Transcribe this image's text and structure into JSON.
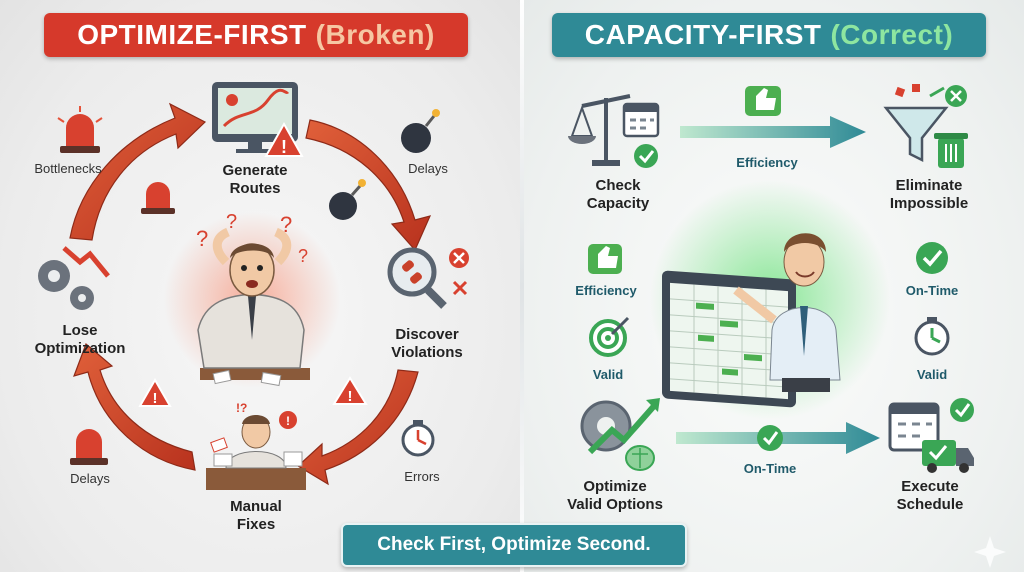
{
  "left": {
    "title": "OPTIMIZE-FIRST",
    "title_sub": "(Broken)",
    "steps": {
      "generate": [
        "Generate",
        "Routes"
      ],
      "discover": [
        "Discover",
        "Violations"
      ],
      "manual": [
        "Manual",
        "Fixes"
      ],
      "lose": [
        "Lose",
        "Optimization"
      ]
    },
    "side_labels": {
      "bottlenecks": "Bottlenecks",
      "delays_top": "Delays",
      "errors": "Errors",
      "delays_bottom": "Delays"
    }
  },
  "right": {
    "title": "CAPACITY-FIRST",
    "title_sub": "(Correct)",
    "steps": {
      "check": [
        "Check",
        "Capacity"
      ],
      "eliminate": [
        "Eliminate",
        "Impossible"
      ],
      "optimize": [
        "Optimize",
        "Valid Options"
      ],
      "execute": [
        "Execute",
        "Schedule"
      ]
    },
    "side_labels": {
      "efficiency_arrow": "Efficiency",
      "efficiency_left": "Efficiency",
      "valid_left": "Valid",
      "ontime_right": "On-Time",
      "valid_right": "Valid",
      "ontime_arrow": "On-Time"
    }
  },
  "footer": "Check First, Optimize Second.",
  "colors": {
    "broken": "#d6392b",
    "correct": "#2f8a96",
    "arrow_red": "#c9412a",
    "arrow_green": "#3aa06a"
  }
}
